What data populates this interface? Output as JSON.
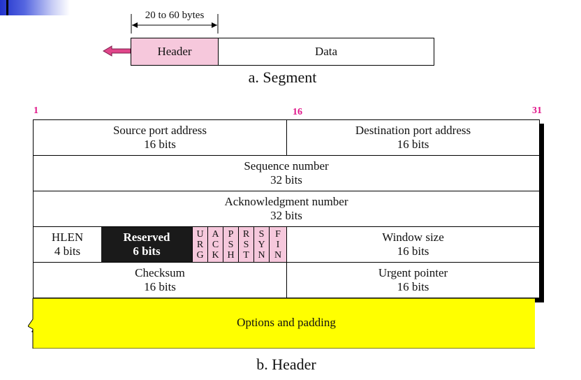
{
  "segment": {
    "length_label": "20 to 60 bytes",
    "header_label": "Header",
    "data_label": "Data",
    "caption": "a. Segment"
  },
  "bit_numbers": {
    "start": "1",
    "middle": "16",
    "end": "31"
  },
  "rows": {
    "r1": {
      "left_name": "Source port address",
      "left_bits": "16 bits",
      "right_name": "Destination port address",
      "right_bits": "16 bits"
    },
    "r2": {
      "name": "Sequence number",
      "bits": "32 bits"
    },
    "r3": {
      "name": "Acknowledgment number",
      "bits": "32 bits"
    },
    "r4": {
      "hlen_name": "HLEN",
      "hlen_bits": "4 bits",
      "reserved_name": "Reserved",
      "reserved_bits": "6 bits",
      "flags": [
        {
          "c1": "U",
          "c2": "R",
          "c3": "G"
        },
        {
          "c1": "A",
          "c2": "C",
          "c3": "K"
        },
        {
          "c1": "P",
          "c2": "S",
          "c3": "H"
        },
        {
          "c1": "R",
          "c2": "S",
          "c3": "T"
        },
        {
          "c1": "S",
          "c2": "Y",
          "c3": "N"
        },
        {
          "c1": "F",
          "c2": "I",
          "c3": "N"
        }
      ],
      "window_name": "Window size",
      "window_bits": "16 bits"
    },
    "r5": {
      "left_name": "Checksum",
      "left_bits": "16 bits",
      "right_name": "Urgent pointer",
      "right_bits": "16 bits"
    }
  },
  "options_label": "Options and padding",
  "caption": "b. Header",
  "colors": {
    "pink": "#f6c8dc",
    "arrow": "#e0468a",
    "bit_number": "#e0168a",
    "options": "#ffff00",
    "reserved": "#1a1a1a"
  }
}
